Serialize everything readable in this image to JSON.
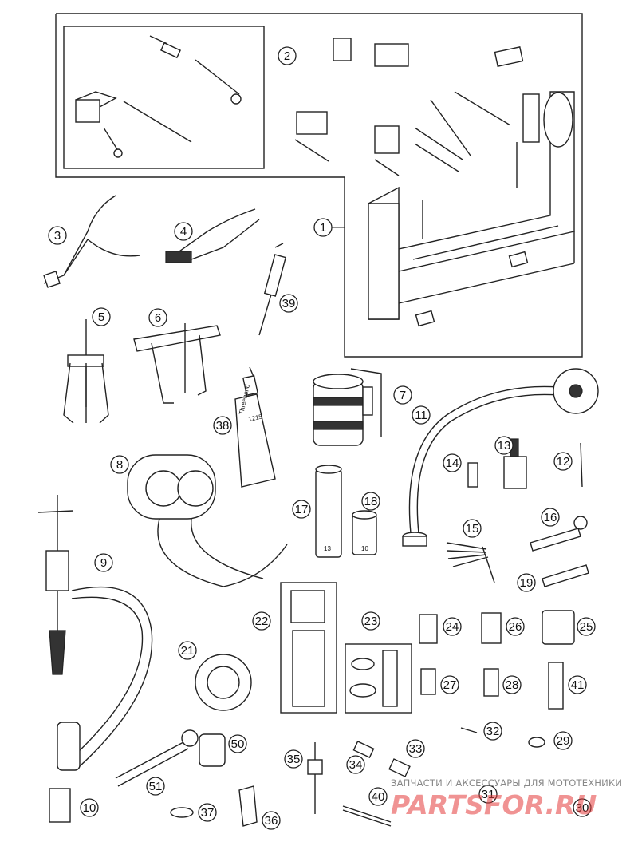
{
  "diagram": {
    "callouts": [
      {
        "id": "1",
        "label": "1"
      },
      {
        "id": "2",
        "label": "2"
      },
      {
        "id": "3",
        "label": "3"
      },
      {
        "id": "4",
        "label": "4"
      },
      {
        "id": "5",
        "label": "5"
      },
      {
        "id": "6",
        "label": "6"
      },
      {
        "id": "7",
        "label": "7"
      },
      {
        "id": "8",
        "label": "8"
      },
      {
        "id": "9",
        "label": "9"
      },
      {
        "id": "10",
        "label": "10"
      },
      {
        "id": "11",
        "label": "11"
      },
      {
        "id": "12",
        "label": "12"
      },
      {
        "id": "13",
        "label": "13"
      },
      {
        "id": "14",
        "label": "14"
      },
      {
        "id": "15",
        "label": "15"
      },
      {
        "id": "16",
        "label": "16"
      },
      {
        "id": "17",
        "label": "17"
      },
      {
        "id": "18",
        "label": "18"
      },
      {
        "id": "19",
        "label": "19"
      },
      {
        "id": "21",
        "label": "21"
      },
      {
        "id": "22",
        "label": "22"
      },
      {
        "id": "23",
        "label": "23"
      },
      {
        "id": "24",
        "label": "24"
      },
      {
        "id": "25",
        "label": "25"
      },
      {
        "id": "26",
        "label": "26"
      },
      {
        "id": "27",
        "label": "27"
      },
      {
        "id": "28",
        "label": "28"
      },
      {
        "id": "29",
        "label": "29"
      },
      {
        "id": "30",
        "label": "30"
      },
      {
        "id": "31",
        "label": "31"
      },
      {
        "id": "32",
        "label": "32"
      },
      {
        "id": "33",
        "label": "33"
      },
      {
        "id": "34",
        "label": "34"
      },
      {
        "id": "35",
        "label": "35"
      },
      {
        "id": "36",
        "label": "36"
      },
      {
        "id": "37",
        "label": "37"
      },
      {
        "id": "38",
        "label": "38"
      },
      {
        "id": "39",
        "label": "39"
      },
      {
        "id": "40",
        "label": "40"
      },
      {
        "id": "41",
        "label": "41"
      },
      {
        "id": "50",
        "label": "50"
      },
      {
        "id": "51",
        "label": "51"
      }
    ],
    "part_markings": {
      "socket_17": "13",
      "socket_18": "10",
      "tube_38_brand": "Threebond",
      "tube_38_code": "1215"
    }
  },
  "watermark": {
    "caption": "ЗАПЧАСТИ И АКСЕССУАРЫ ДЛЯ МОТОТЕХНИКИ",
    "logo": "PARTSFOR.RU",
    "logo_color": "#e43a3a"
  }
}
